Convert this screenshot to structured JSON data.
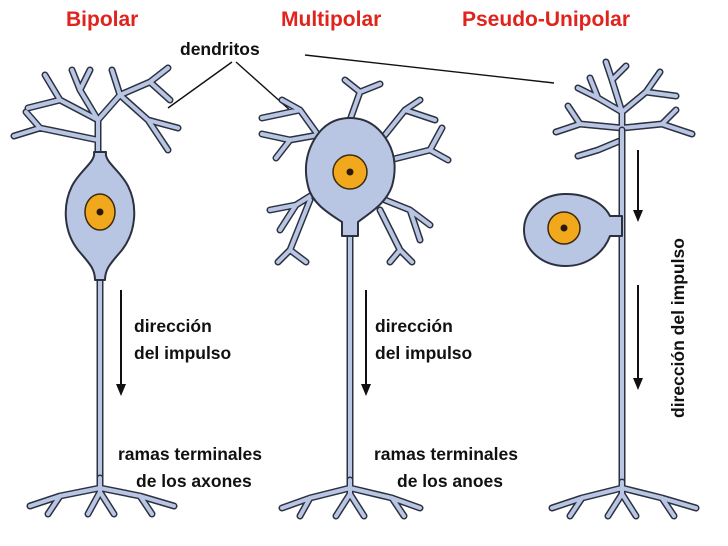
{
  "titles": {
    "bipolar": "Bipolar",
    "multipolar": "Multipolar",
    "pseudo_unipolar": "Pseudo-Unipolar"
  },
  "labels": {
    "dendrites": "dendritos",
    "impulse_direction_line1": "dirección",
    "impulse_direction_line2": "del impulso",
    "impulse_direction_vertical": "dirección del impulso",
    "terminal_branches_line1": "ramas terminales",
    "bipolar_terminal_line2": "de los axones",
    "multipolar_terminal_line2": "de los anoes"
  },
  "colors": {
    "title": "#e0231c",
    "cell_fill": "#b9c6e3",
    "outline": "#2c3140",
    "nucleus": "#f2a81d"
  }
}
